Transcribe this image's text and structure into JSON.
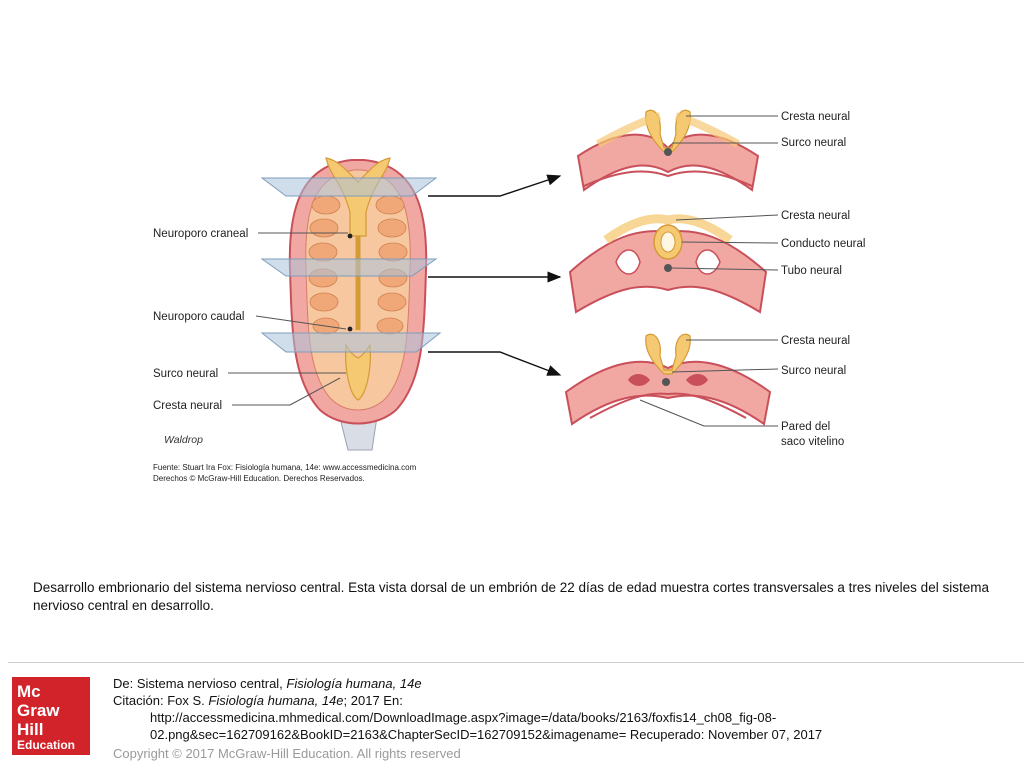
{
  "figure": {
    "labels": {
      "neuroporo_craneal": "Neuroporo craneal",
      "neuroporo_caudal": "Neuroporo caudal",
      "surco_neural_left": "Surco neural",
      "cresta_neural_left": "Cresta neural",
      "s1_cresta": "Cresta neural",
      "s1_surco": "Surco neural",
      "s2_cresta": "Cresta neural",
      "s2_conducto": "Conducto neural",
      "s2_tubo": "Tubo neural",
      "s3_cresta": "Cresta neural",
      "s3_surco": "Surco neural",
      "s3_pared_1": "Pared del",
      "s3_pared_2": "saco vitelino"
    },
    "artist": "Waldrop",
    "credit_line1": "Fuente: Stuart Ira Fox: Fisiología humana, 14e: www.accessmedicina.com",
    "credit_line2": "Derechos © McGraw-Hill Education. Derechos Reservados.",
    "colors": {
      "tissue": "#e8848b",
      "tissue_dark": "#c9505a",
      "neural": "#f3c46a",
      "neural_dark": "#d49b35",
      "plane": "#a9c3dc",
      "arrow": "#111111"
    }
  },
  "caption": "Desarrollo embrionario del sistema nervioso central. Esta vista dorsal de un embrión de 22 días de edad muestra cortes transversales a tres niveles del sistema nervioso central en desarrollo.",
  "citation": {
    "line1_prefix": "De: Sistema nervioso central, ",
    "line1_title": "Fisiología humana, 14e",
    "line2_prefix": "Citación: Fox S. ",
    "line2_title": "Fisiología humana, 14e",
    "line2_suffix": "; 2017 En:",
    "line3": "http://accessmedicina.mhmedical.com/DownloadImage.aspx?image=/data/books/2163/foxfis14_ch08_fig-08-",
    "line4": "02.png&sec=162709162&BookID=2163&ChapterSecID=162709152&imagename= Recuperado: November 07, 2017"
  },
  "copyright": "Copyright © 2017 McGraw-Hill Education. All rights reserved",
  "logo": {
    "line1": "Mc",
    "line2": "Graw",
    "line3": "Hill",
    "line4": "Education"
  }
}
